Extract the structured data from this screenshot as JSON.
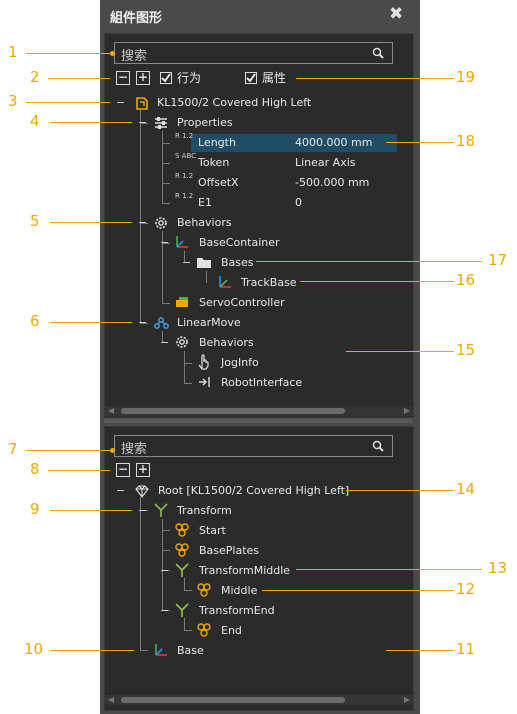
{
  "panel": {
    "title": "組件图形",
    "close_glyph": "✖"
  },
  "search1": {
    "placeholder": "搜索"
  },
  "filters": {
    "collapse": "−",
    "expand": "+",
    "behaviors_label": "行为",
    "properties_label": "属性"
  },
  "tree1": {
    "root": "KL1500/2 Covered High Left",
    "properties": "Properties",
    "props": [
      {
        "name": "Length",
        "value": "4000.000 mm",
        "icon": "R 1.2"
      },
      {
        "name": "Token",
        "value": "Linear Axis",
        "icon": "S ABC"
      },
      {
        "name": "OffsetX",
        "value": "-500.000 mm",
        "icon": "R 1.2"
      },
      {
        "name": "E1",
        "value": "0",
        "icon": "R 1.2"
      }
    ],
    "behaviors": "Behaviors",
    "base_container": "BaseContainer",
    "bases": "Bases",
    "track_base": "TrackBase",
    "servo": "ServoController",
    "linear_move": "LinearMove",
    "behaviors2": "Behaviors",
    "jog": "JogInfo",
    "robot_if": "RobotInterface"
  },
  "search2": {
    "placeholder": "搜索"
  },
  "tree2": {
    "root": "Root [KL1500/2 Covered High Left]",
    "transform": "Transform",
    "start": "Start",
    "baseplates": "BasePlates",
    "tmid": "TransformMiddle",
    "middle": "Middle",
    "tend": "TransformEnd",
    "end": "End",
    "base": "Base"
  },
  "callouts": {
    "n1": "1",
    "n2": "2",
    "n3": "3",
    "n4": "4",
    "n5": "5",
    "n6": "6",
    "n7": "7",
    "n8": "8",
    "n9": "9",
    "n10": "10",
    "n11": "11",
    "n12": "12",
    "n13": "13",
    "n14": "14",
    "n15": "15",
    "n16": "16",
    "n17": "17",
    "n18": "18",
    "n19": "19"
  },
  "colors": {
    "accent": "#f0a800",
    "selection": "#1f4d66",
    "panel": "#4a4a4a",
    "pane": "#2b2b2b"
  }
}
